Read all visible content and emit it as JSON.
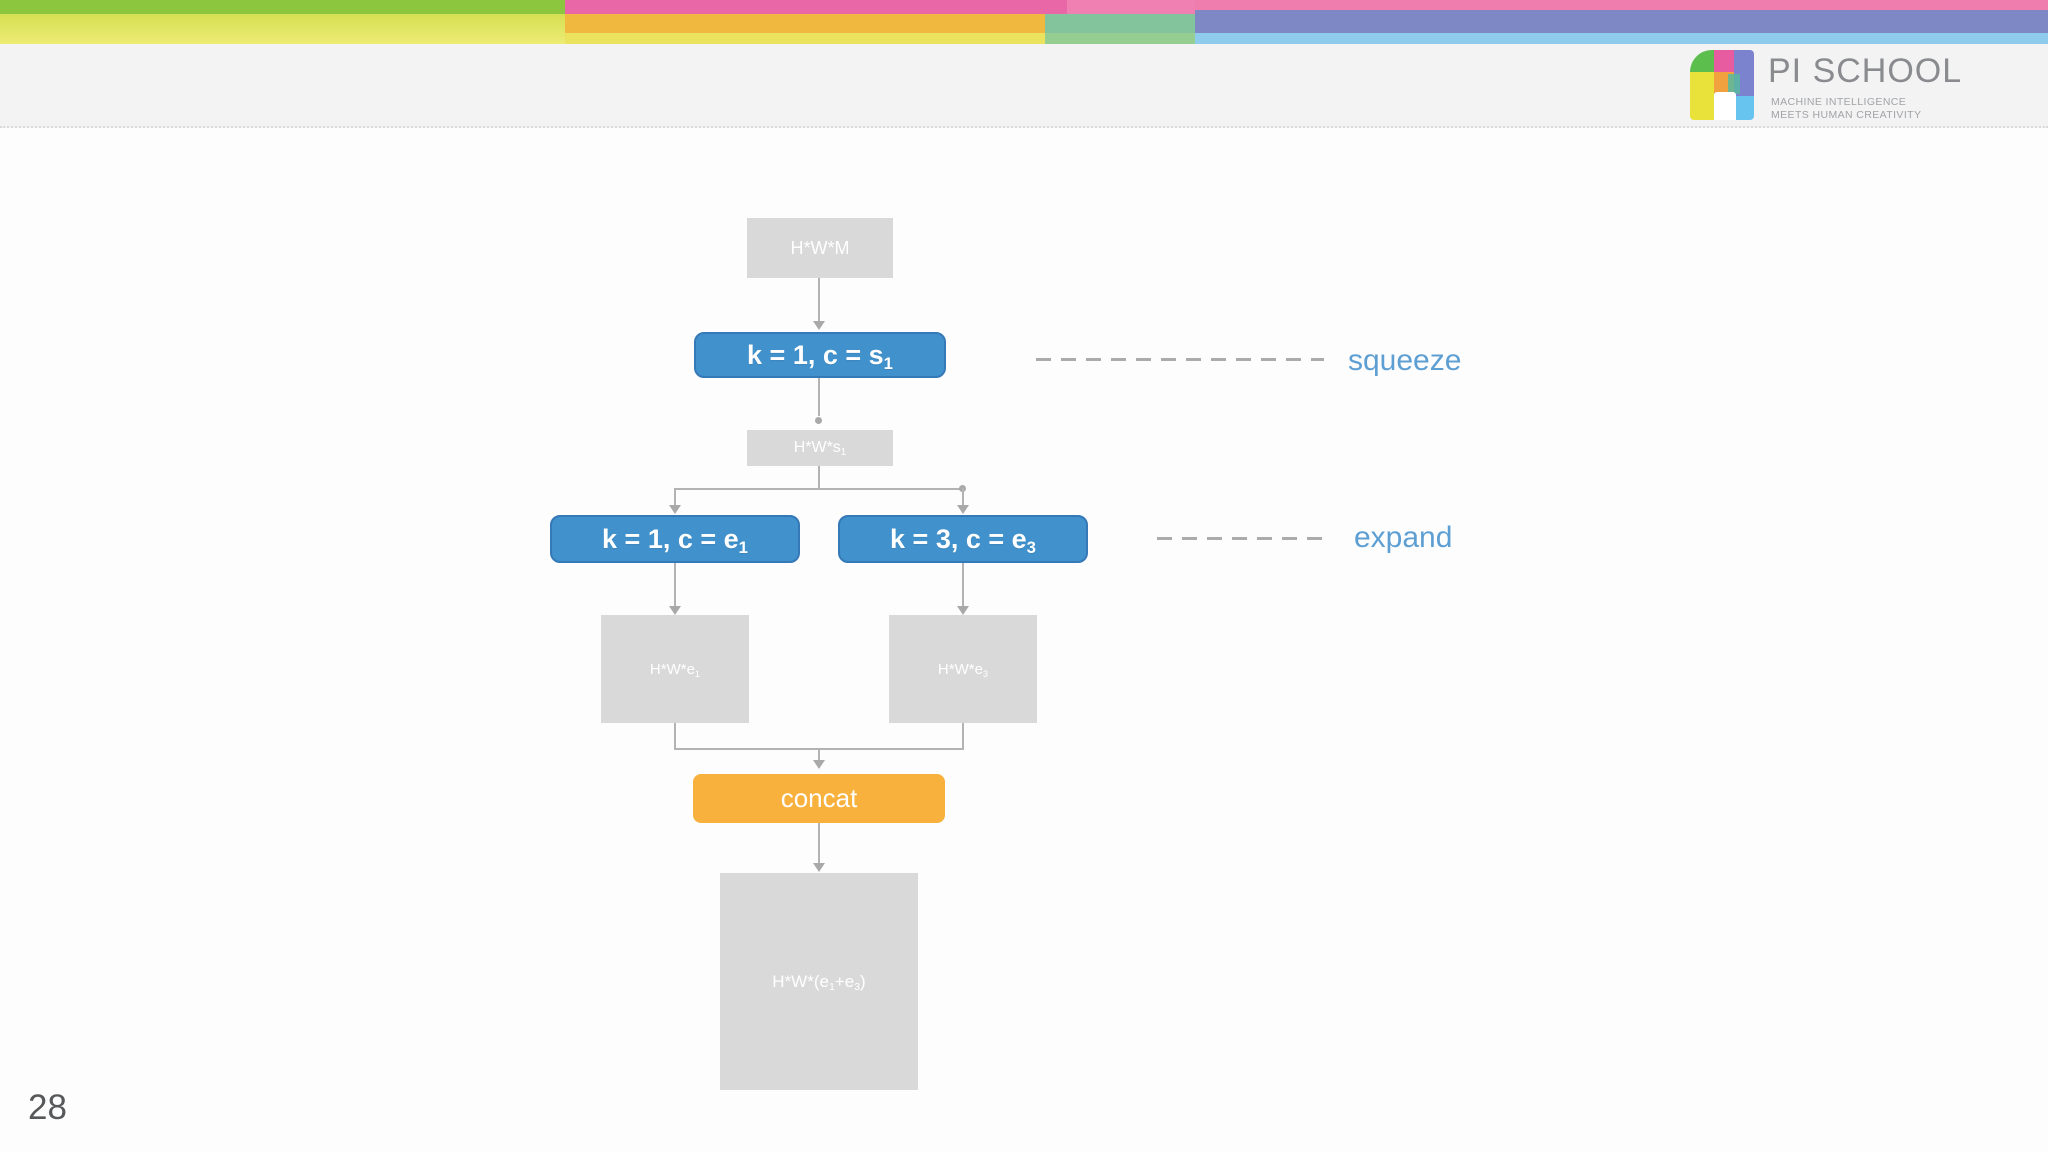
{
  "page_number": "28",
  "brand": {
    "name": "PI SCHOOL",
    "tagline1": "MACHINE INTELLIGENCE",
    "tagline2": "MEETS HUMAN CREATIVITY"
  },
  "colors": {
    "box_blue": "#4191CC",
    "box_blue_border": "#3579B8",
    "box_gray": "#D9D9D9",
    "box_orange": "#F8B13C",
    "label_blue": "#5E9FD3",
    "connector_gray": "#ABABAB",
    "banner_green": "#8CC63E",
    "banner_yellowgreen": "#D5DF52",
    "banner_pink": "#E967A7",
    "banner_amber": "#F0B83E",
    "banner_teal": "#83C49C",
    "banner_periwinkle": "#7D88C5",
    "banner_lightblue": "#8FCBEC"
  },
  "diagram": {
    "input_box": "H*W*M",
    "squeeze_box": {
      "pre": "k = 1, c = s",
      "sub": "1"
    },
    "squeeze_out": {
      "pre": "H*W*s",
      "sub": "1"
    },
    "expand1_box": {
      "pre": "k = 1, c = e",
      "sub": "1"
    },
    "expand3_box": {
      "pre": "k = 3, c = e",
      "sub": "3"
    },
    "expand1_out": {
      "pre": "H*W*e",
      "sub": "1"
    },
    "expand3_out": {
      "pre": "H*W*e",
      "sub": "3"
    },
    "concat_box": "concat",
    "output_box": {
      "p1": "H*W*(e",
      "sub1": "1",
      "p2": "+e",
      "sub2": "3",
      "p3": ")"
    },
    "squeeze_label": "squeeze",
    "expand_label": "expand"
  }
}
